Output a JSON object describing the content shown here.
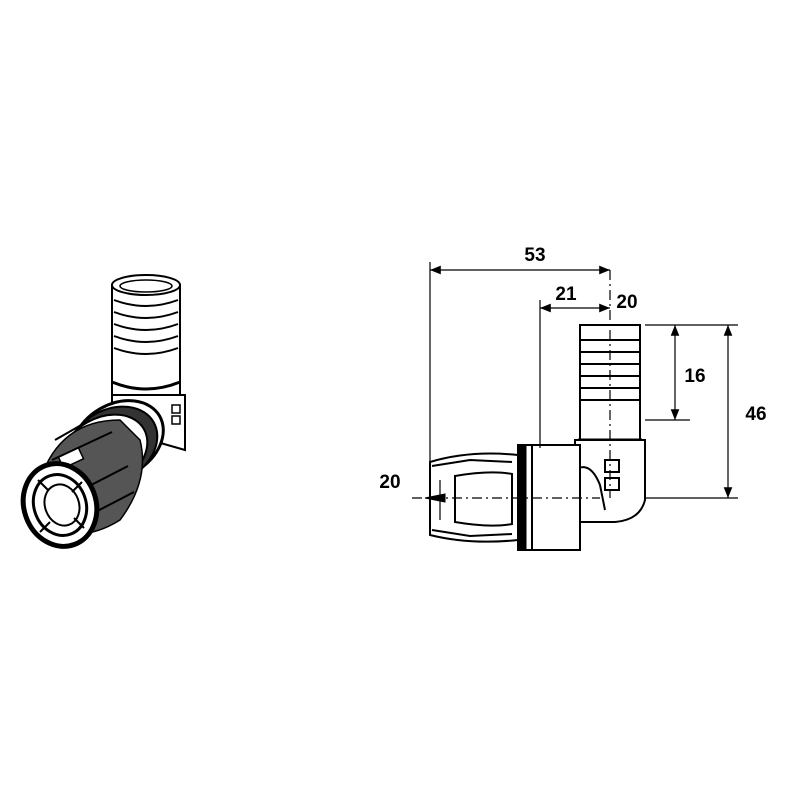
{
  "dimensions": {
    "overall_width": "53",
    "offset_to_axis": "21",
    "outlet_diameter": "20",
    "inlet_diameter": "20",
    "spigot_length": "16",
    "overall_height": "46"
  },
  "colors": {
    "line": "#000000",
    "background": "#ffffff"
  }
}
